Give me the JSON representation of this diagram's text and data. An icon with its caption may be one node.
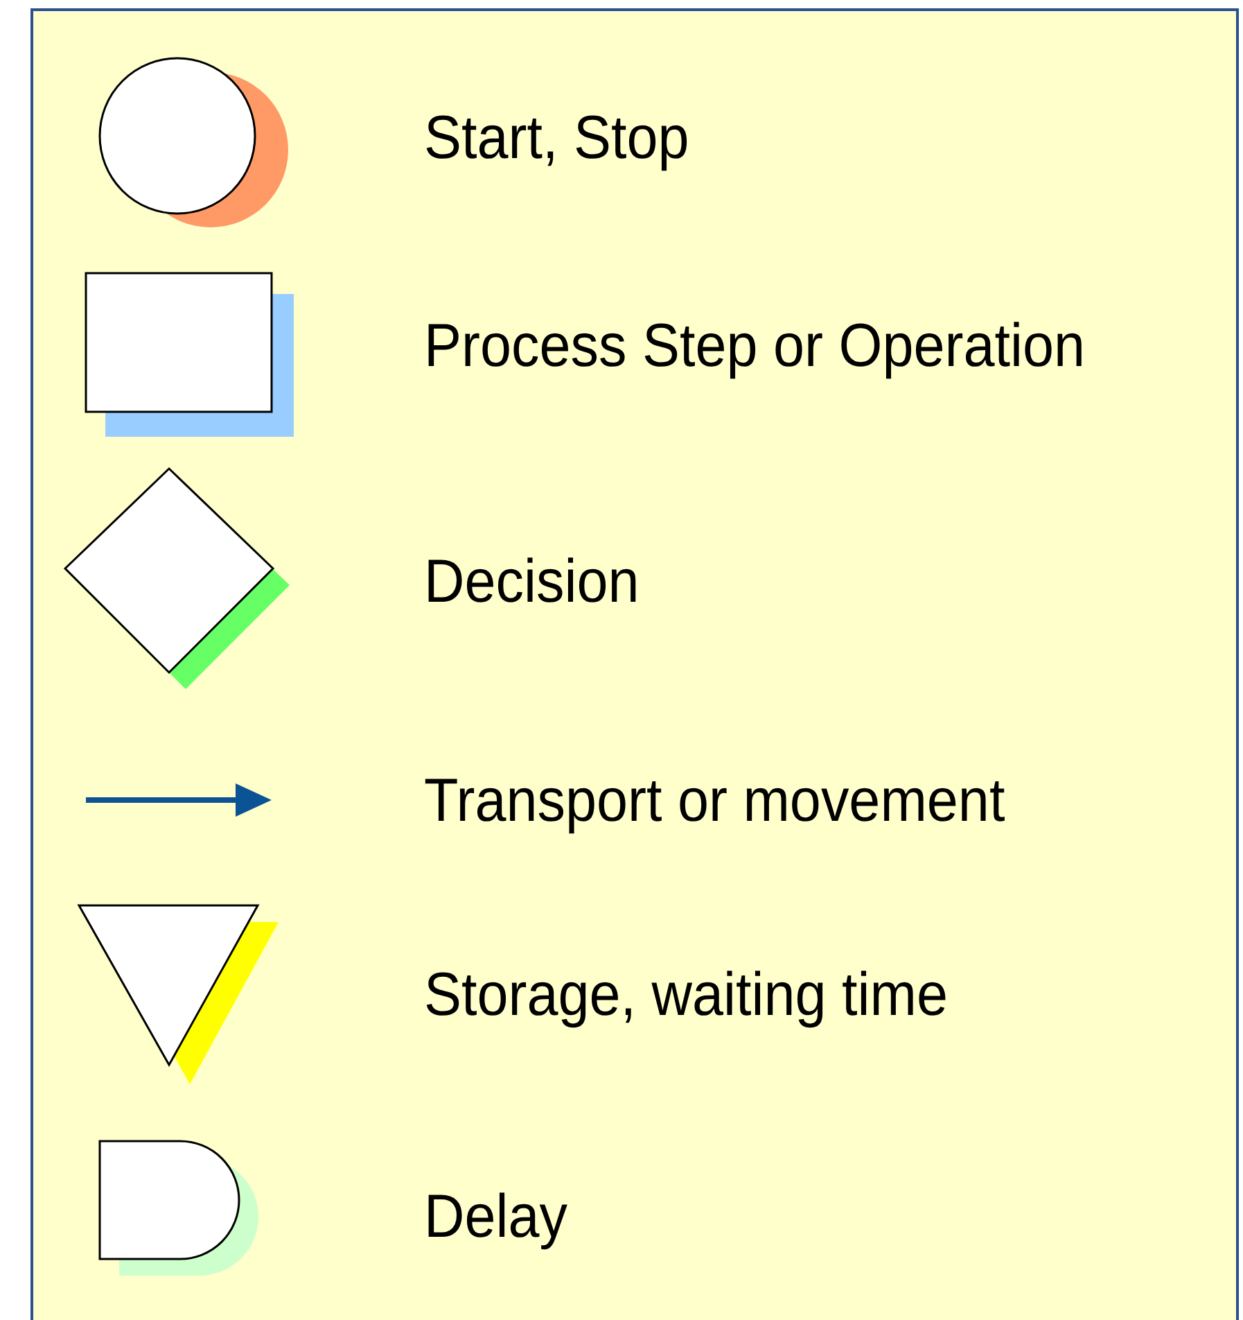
{
  "diagram": {
    "legend": [
      {
        "text": "Start, Stop"
      },
      {
        "text": "Process Step or Operation"
      },
      {
        "text": "Decision"
      },
      {
        "text": "Transport or movement"
      },
      {
        "text": "Storage, waiting time"
      },
      {
        "text": "Delay"
      }
    ]
  }
}
